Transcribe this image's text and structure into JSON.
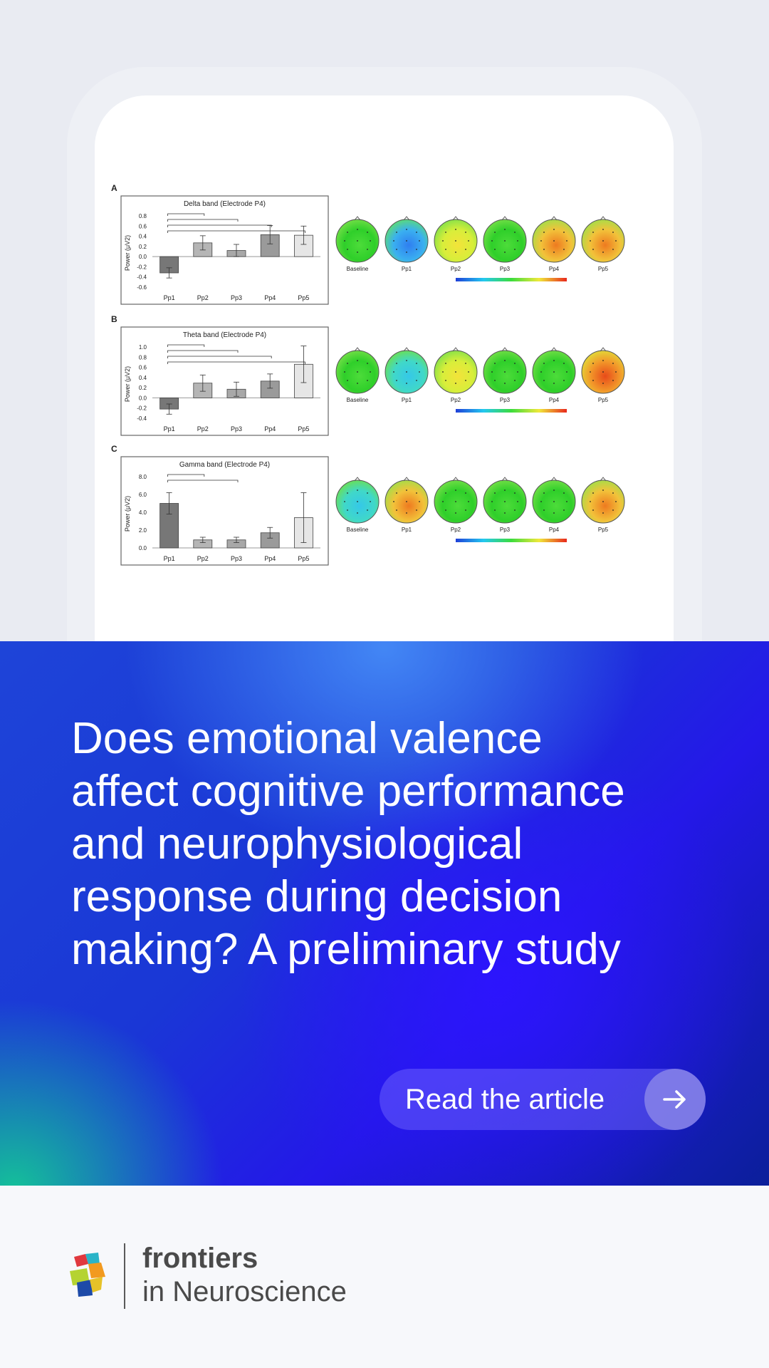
{
  "figure": {
    "panels": [
      {
        "letter": "A",
        "title": "Delta band (Electrode P4)",
        "ylabel": "Power (μV2)",
        "yticks": [
          "0.8",
          "0.6",
          "0.4",
          "0.2",
          "0.0",
          "-0.2",
          "-0.4",
          "-0.6"
        ],
        "topomap_labels": [
          "Baseline",
          "Pp1",
          "Pp2",
          "Pp3",
          "Pp4",
          "Pp5"
        ]
      },
      {
        "letter": "B",
        "title": "Theta band (Electrode P4)",
        "ylabel": "Power (μV2)",
        "yticks": [
          "1.0",
          "0.8",
          "0.6",
          "0.4",
          "0.2",
          "0.0",
          "-0.2",
          "-0.4"
        ],
        "topomap_labels": [
          "Baseline",
          "Pp1",
          "Pp2",
          "Pp3",
          "Pp4",
          "Pp5"
        ]
      },
      {
        "letter": "C",
        "title": "Gamma band (Electrode P4)",
        "ylabel": "Power (μV2)",
        "yticks": [
          "8.0",
          "6.0",
          "4.0",
          "2.0",
          "0.0"
        ],
        "topomap_labels": [
          "Baseline",
          "Pp1",
          "Pp2",
          "Pp3",
          "Pp4",
          "Pp5"
        ]
      }
    ]
  },
  "chart_data": [
    {
      "type": "bar",
      "title": "Delta band (Electrode P4)",
      "ylabel": "Power (μV2)",
      "categories": [
        "Pp1",
        "Pp2",
        "Pp3",
        "Pp4",
        "Pp5"
      ],
      "values": [
        -0.32,
        0.27,
        0.12,
        0.43,
        0.42
      ],
      "errors": [
        0.1,
        0.14,
        0.12,
        0.18,
        0.18
      ],
      "ylim": [
        -0.6,
        0.8
      ],
      "colors": [
        "#777777",
        "#b5b5b5",
        "#a8a8a8",
        "#9a9a9a",
        "#e6e6e6"
      ]
    },
    {
      "type": "bar",
      "title": "Theta band (Electrode P4)",
      "ylabel": "Power (μV2)",
      "categories": [
        "Pp1",
        "Pp2",
        "Pp3",
        "Pp4",
        "Pp5"
      ],
      "values": [
        -0.22,
        0.29,
        0.17,
        0.33,
        0.66
      ],
      "errors": [
        0.1,
        0.16,
        0.14,
        0.14,
        0.36
      ],
      "ylim": [
        -0.4,
        1.0
      ],
      "colors": [
        "#777777",
        "#b5b5b5",
        "#a8a8a8",
        "#9a9a9a",
        "#e6e6e6"
      ]
    },
    {
      "type": "bar",
      "title": "Gamma band (Electrode P4)",
      "ylabel": "Power (μV2)",
      "categories": [
        "Pp1",
        "Pp2",
        "Pp3",
        "Pp4",
        "Pp5"
      ],
      "values": [
        5.0,
        0.9,
        0.9,
        1.7,
        3.4
      ],
      "errors": [
        1.2,
        0.3,
        0.3,
        0.6,
        2.8
      ],
      "ylim": [
        0,
        8
      ],
      "colors": [
        "#777777",
        "#b5b5b5",
        "#a8a8a8",
        "#9a9a9a",
        "#e6e6e6"
      ]
    }
  ],
  "headline": "Does emotional valence\naffect cognitive performance\nand neurophysiological\nresponse during decision\nmaking?  A preliminary study",
  "cta": {
    "label": "Read the article",
    "icon": "arrow-right-icon"
  },
  "footer": {
    "brand": "frontiers",
    "journal": "in Neuroscience"
  },
  "colors": {
    "cta_bg": "#6f66ff",
    "text": "#ffffff",
    "brand_text": "#4a4a4a"
  }
}
